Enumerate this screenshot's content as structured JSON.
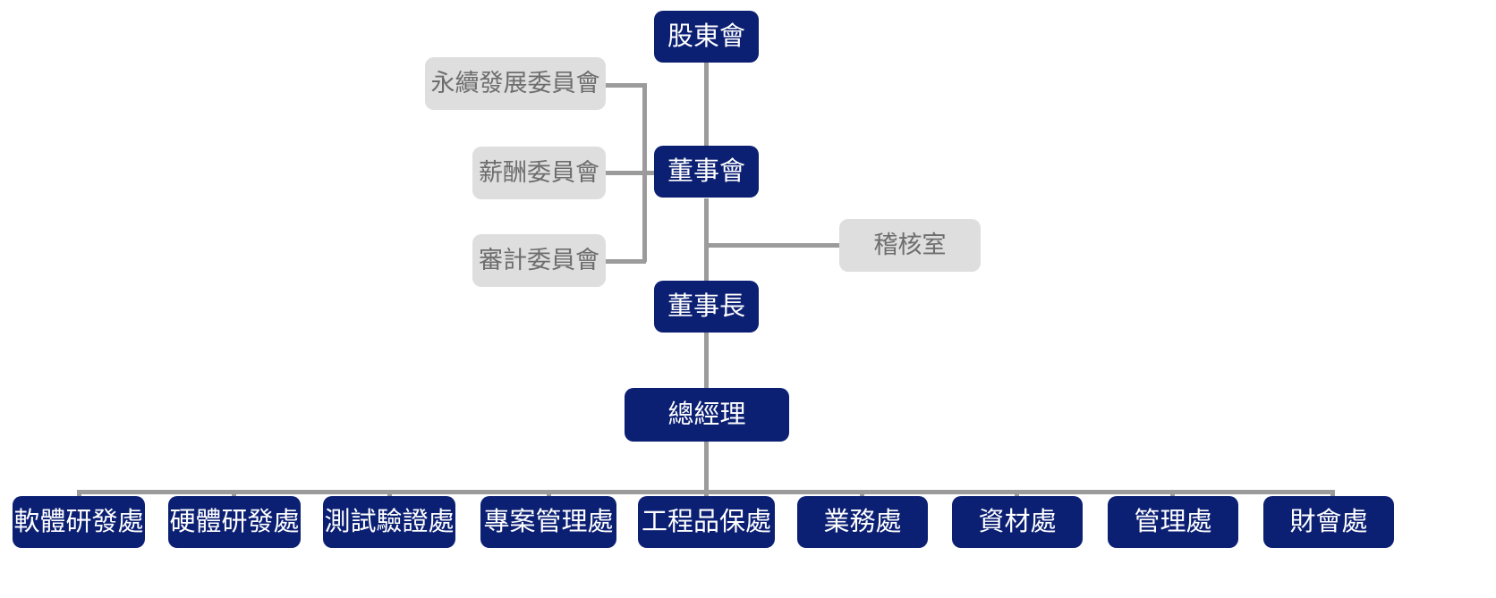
{
  "diagram": {
    "title": "organization-chart",
    "colors": {
      "primary_box": "#0b1f73",
      "primary_text": "#ffffff",
      "secondary_box": "#dedede",
      "secondary_text": "#6d6d6d",
      "connector": "#9b9b9b",
      "background": "#ffffff"
    },
    "nodes": {
      "shareholders_meeting": "股東會",
      "board_of_directors": "董事會",
      "chairman": "董事長",
      "general_manager": "總經理",
      "sustainability_committee": "永續發展委員會",
      "compensation_committee": "薪酬委員會",
      "audit_committee": "審計委員會",
      "audit_office": "稽核室"
    },
    "departments": [
      {
        "label": "軟體研發處"
      },
      {
        "label": "硬體研發處"
      },
      {
        "label": "測試驗證處"
      },
      {
        "label": "專案管理處"
      },
      {
        "label": "工程品保處"
      },
      {
        "label": "業務處"
      },
      {
        "label": "資材處"
      },
      {
        "label": "管理處"
      },
      {
        "label": "財會處"
      }
    ]
  }
}
